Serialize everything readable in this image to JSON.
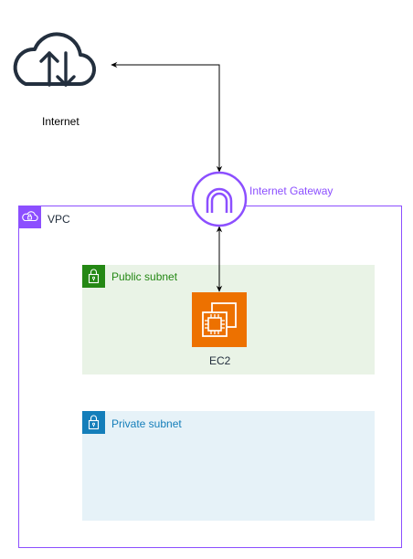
{
  "internet": {
    "label": "Internet",
    "icon": "cloud-upload-download-icon"
  },
  "internet_gateway": {
    "label": "Internet Gateway",
    "icon": "internet-gateway-icon"
  },
  "vpc": {
    "label": "VPC",
    "icon": "vpc-cloud-lock-icon"
  },
  "public_subnet": {
    "label": "Public subnet",
    "icon": "padlock-icon"
  },
  "private_subnet": {
    "label": "Private subnet",
    "icon": "padlock-icon"
  },
  "ec2": {
    "label": "EC2",
    "icon": "ec2-chip-icon"
  },
  "colors": {
    "vpc": "#8c4fff",
    "public_subnet_fill": "#e9f3e6",
    "public_subnet_accent": "#248814",
    "private_subnet_fill": "#e6f2f8",
    "private_subnet_accent": "#147eba",
    "ec2": "#ed7100",
    "internet_icon": "#232f3e",
    "connector": "#000000"
  }
}
